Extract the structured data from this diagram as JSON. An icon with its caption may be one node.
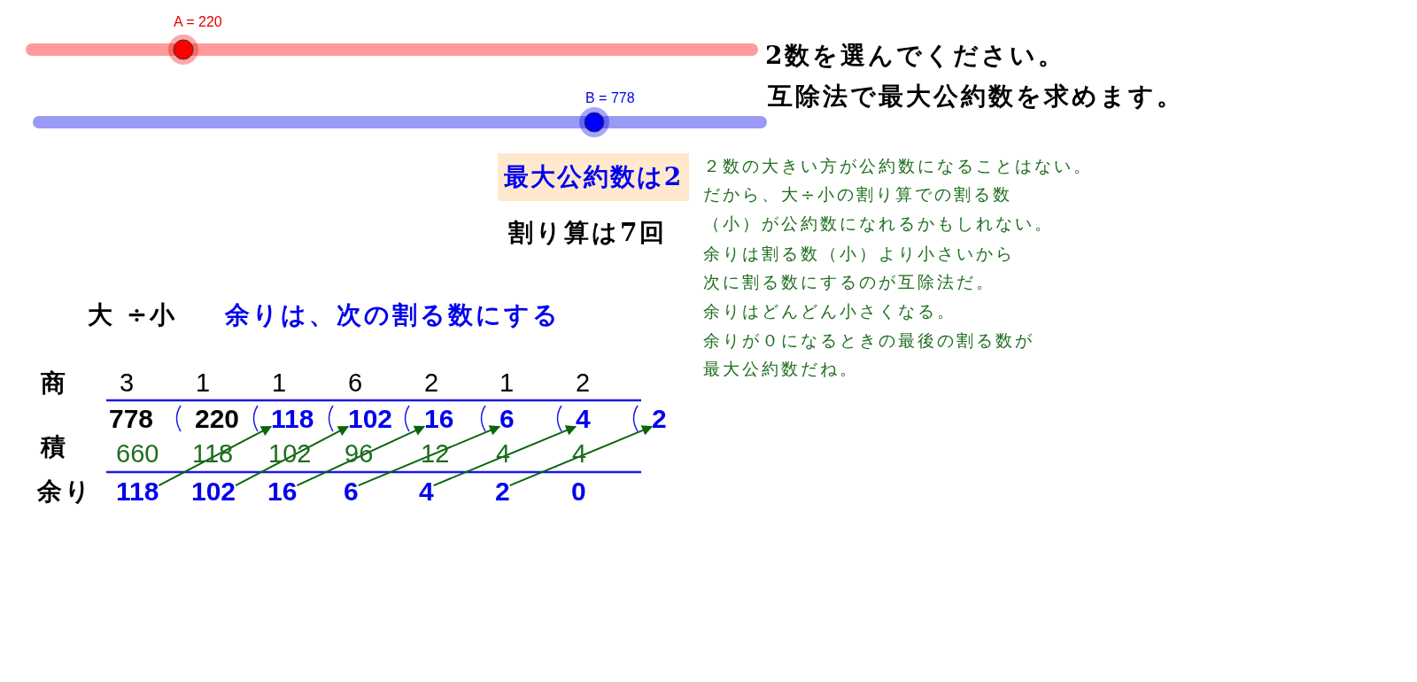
{
  "diagram": {
    "nodes": [
      {
        "text": [
          "最大公約数は2"
        ]
      },
      {
        "text": [
          "778"
        ]
      },
      {
        "text": [
          "220"
        ]
      },
      {
        "text": [
          "118"
        ]
      },
      {
        "text": [
          "102"
        ]
      },
      {
        "text": [
          "16"
        ]
      },
      {
        "text": [
          "6"
        ]
      },
      {
        "text": [
          "4"
        ]
      },
      {
        "text": [
          "2"
        ]
      },
      {
        "text": [
          "118"
        ]
      },
      {
        "text": [
          "102"
        ]
      },
      {
        "text": [
          "16"
        ]
      },
      {
        "text": [
          "6"
        ]
      },
      {
        "text": [
          "4"
        ]
      },
      {
        "text": [
          "2"
        ]
      },
      {
        "text": [
          "0"
        ]
      }
    ],
    "edges": [
      {
        "from": 9,
        "to": 3,
        "arrow": "to"
      },
      {
        "from": 10,
        "to": 4,
        "arrow": "to"
      },
      {
        "from": 11,
        "to": 5,
        "arrow": "to"
      },
      {
        "from": 12,
        "to": 6,
        "arrow": "to"
      },
      {
        "from": 13,
        "to": 7,
        "arrow": "to"
      },
      {
        "from": 14,
        "to": 8,
        "arrow": "to"
      }
    ],
    "labels": [
      "A = 220",
      "2数を選んでください。",
      "B = 778",
      "互除法で最大公約数を求めます。",
      "２数の大きい方が公約数になることはない。",
      "だから、大÷小の割り算での割る数",
      "（小）が公約数になれるかもしれない。",
      "余りは割る数（小）より小さいから",
      "次に割る数にするのが互除法だ。",
      "余りはどんどん小さくなる。",
      "余りが０になるときの最後の割る数が",
      "最大公約数だね。",
      "割り算は7回",
      "大 ÷小",
      "余りは、次の割る数にする",
      "商",
      "3",
      "1",
      "1",
      "6",
      "2",
      "1",
      "2",
      "積",
      "660",
      "118",
      "102",
      "96",
      "12",
      "4",
      "4",
      "余り"
    ]
  }
}
